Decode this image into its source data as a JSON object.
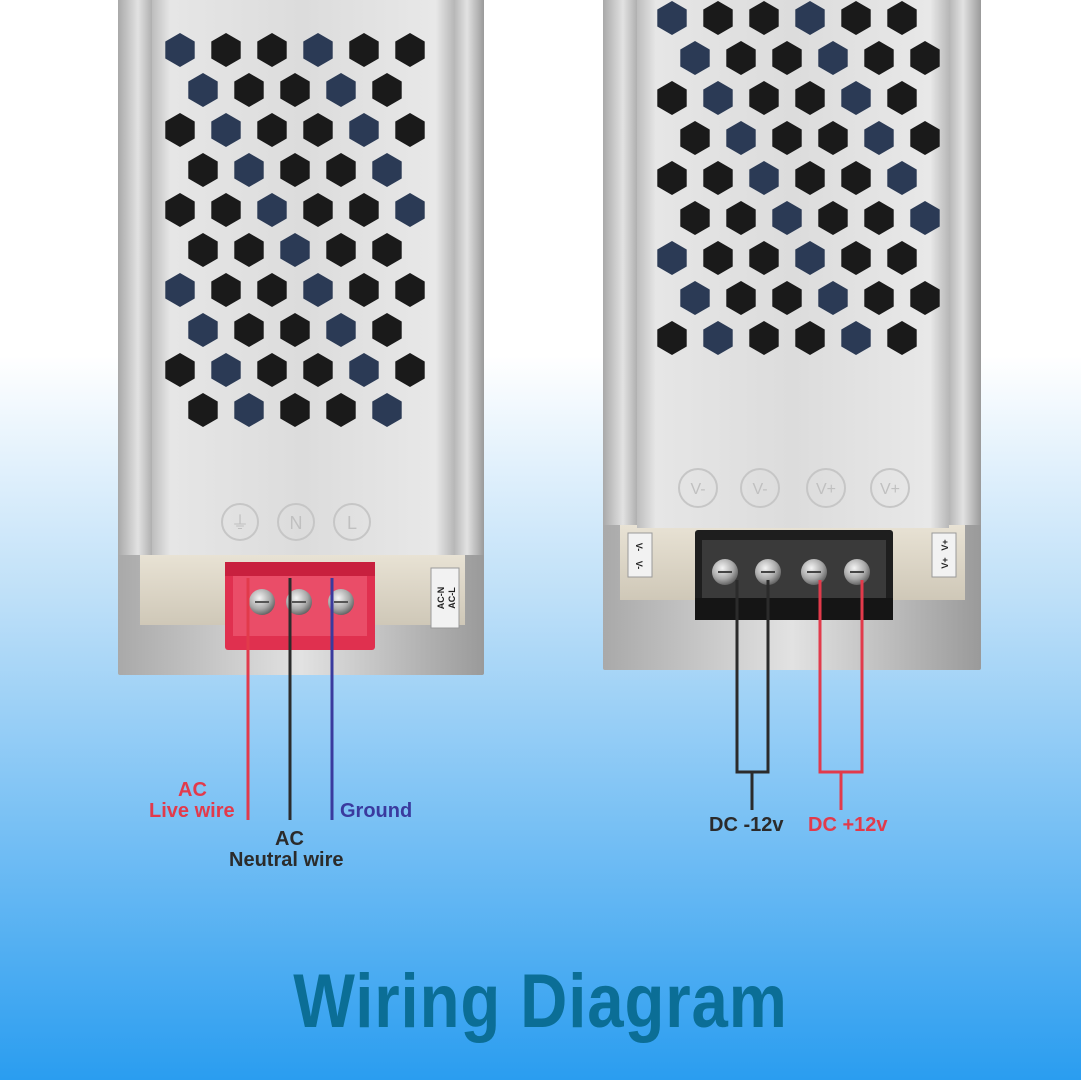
{
  "diagram": {
    "title": "Wiring Diagram",
    "input_side": {
      "terminal_marks": [
        "⏚",
        "N",
        "L"
      ],
      "side_label": [
        "AC-N",
        "AC-L"
      ],
      "wires": [
        {
          "name_line1": "AC",
          "name_line2": "Live wire",
          "color": "#e23a4b"
        },
        {
          "name_line1": "AC",
          "name_line2": "Neutral wire",
          "color": "#2b2b2b"
        },
        {
          "name_line1": "",
          "name_line2": "Ground",
          "color": "#3a3a9e"
        }
      ]
    },
    "output_side": {
      "terminal_marks": [
        "V-",
        "V-",
        "V+",
        "V+"
      ],
      "side_label_left": [
        "V-",
        "V-"
      ],
      "side_label_right": [
        "V+",
        "V+"
      ],
      "outputs": [
        {
          "label": "DC -12v",
          "color": "#2b2b2b"
        },
        {
          "label": "DC +12v",
          "color": "#e23a4b"
        }
      ]
    },
    "colors": {
      "background_top": "#ffffff",
      "background_bottom": "#2a9df0",
      "title": "#0b6e96",
      "housing": "#d8d8d8",
      "terminal_red": "#e0304f",
      "terminal_black": "#1e1e1e"
    }
  }
}
